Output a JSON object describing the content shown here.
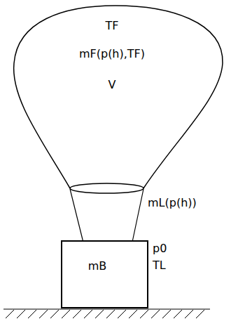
{
  "diagram": {
    "nodes": [
      {
        "text": [
          "TF",
          "mF(p(h),TF)",
          "V"
        ]
      },
      {
        "text": [
          "mB"
        ]
      }
    ],
    "edges": [
      {
        "from": 0,
        "to": 1,
        "arrow": "none"
      }
    ],
    "labels": [
      "mL(p(h))",
      "p0",
      "TL"
    ]
  }
}
